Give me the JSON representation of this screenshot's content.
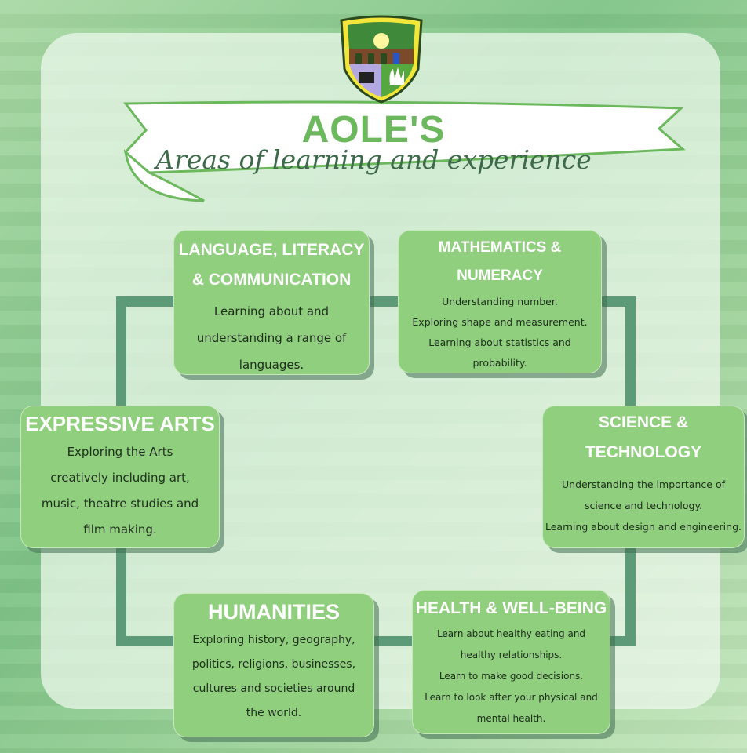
{
  "header": {
    "title": "AOLE'S",
    "subtitle": "Areas of learning and experience"
  },
  "areas": [
    {
      "title_lines": [
        "LANGUAGE, LITERACY",
        "& COMMUNICATION"
      ],
      "body_lines": [
        "Learning about and",
        "understanding a range of",
        "languages."
      ]
    },
    {
      "title_lines": [
        "MATHEMATICS &",
        "NUMERACY"
      ],
      "body_lines": [
        "Understanding number.",
        "Exploring shape and measurement.",
        "Learning about statistics and",
        "probability."
      ]
    },
    {
      "title_lines": [
        "EXPRESSIVE ARTS"
      ],
      "body_lines": [
        "Exploring the Arts",
        "creatively including art,",
        "music, theatre studies and",
        "film making."
      ]
    },
    {
      "title_lines": [
        "SCIENCE &",
        "TECHNOLOGY"
      ],
      "body_lines": [
        "Understanding the importance of",
        "science and technology.",
        "Learning about design and engineering."
      ]
    },
    {
      "title_lines": [
        "HUMANITIES"
      ],
      "body_lines": [
        "Exploring history, geography,",
        "politics, religions, businesses,",
        "cultures and societies around",
        "the world."
      ]
    },
    {
      "title_lines": [
        "HEALTH & WELL-BEING"
      ],
      "body_lines": [
        "Learn about healthy eating and",
        "healthy relationships.",
        "Learn to make good decisions.",
        "Learn to look after your physical and",
        "mental health."
      ]
    }
  ],
  "colors": {
    "box_fill": "#8fcf7d",
    "ring": "#5c9a78",
    "title_green": "#6cb85d",
    "subtitle_dark": "#3d6b4a"
  }
}
